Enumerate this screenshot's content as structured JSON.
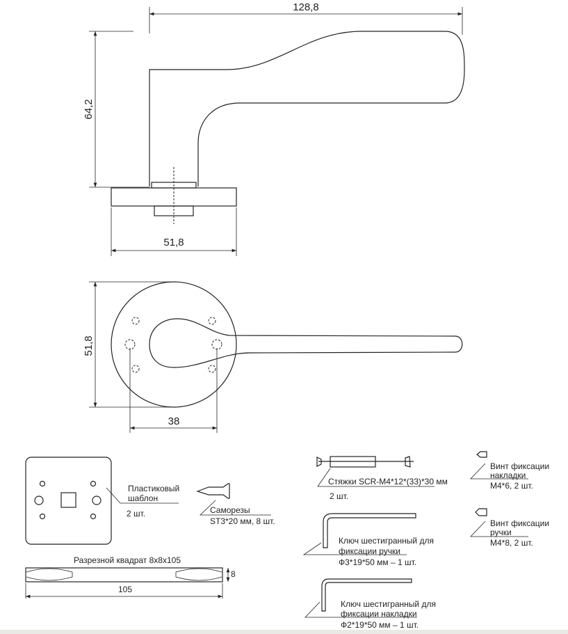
{
  "side_view": {
    "width_dim": "128,8",
    "height_dim": "64,2",
    "rosette_dim": "51,8"
  },
  "front_view": {
    "rosette_dim": "51,8",
    "hole_spacing_dim": "38"
  },
  "parts": {
    "template": {
      "label_line1": "Пластиковый",
      "label_line2": "шаблон",
      "qty": "2 шт."
    },
    "screws": {
      "label": "Саморезы",
      "spec": "ST3*20 мм, 8 шт."
    },
    "spindle": {
      "label": "Разрезной квадрат 8x8x105",
      "length_dim": "105",
      "height_dim": "8"
    },
    "ties": {
      "label": "Стяжки SCR-M4*12*(33)*30 мм",
      "qty": "2 шт."
    },
    "hex_key_handle": {
      "label_line1": "Ключ шестигранный для",
      "label_line2": "фиксации ручки",
      "spec": "Ф3*19*50 мм – 1 шт."
    },
    "hex_key_rosette": {
      "label_line1": "Ключ шестигранный для",
      "label_line2": "фиксации накладки",
      "spec": "Ф2*19*50 мм – 1 шт."
    },
    "set_screw_rosette": {
      "label_line1": "Винт фиксации",
      "label_line2": "накладки",
      "spec": "M4*6, 2 шт."
    },
    "set_screw_handle": {
      "label_line1": "Винт фиксации",
      "label_line2": "ручки",
      "spec": "M4*8, 2 шт."
    }
  }
}
